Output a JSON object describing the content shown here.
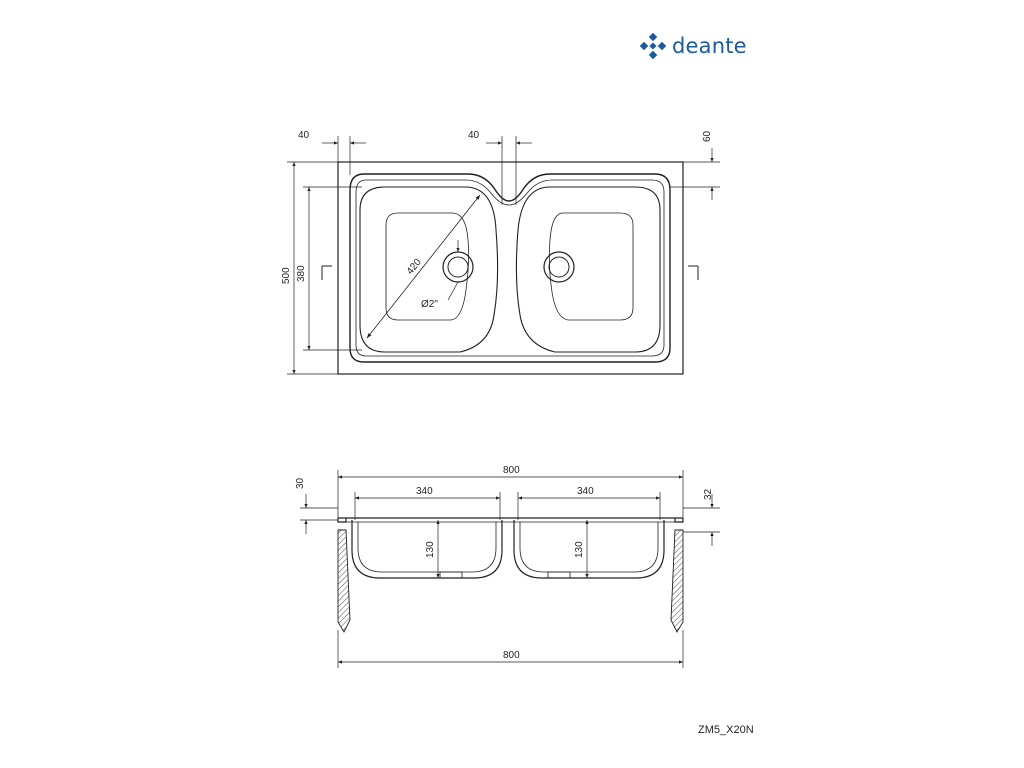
{
  "brand": {
    "name": "deante",
    "logo_icon": "deante-logo-icon",
    "color": "#1c5aa0"
  },
  "model_code": "ZM5_X20N",
  "top_view": {
    "dim_left_margin": "40",
    "dim_center_divider": "40",
    "dim_top_offset": "60",
    "dim_total_depth": "500",
    "dim_bowl_depth": "380",
    "dim_diagonal": "420",
    "drain_label": "Ø2\""
  },
  "section_view": {
    "dim_overall_width_top": "800",
    "dim_bowl_width_left": "340",
    "dim_bowl_width_right": "340",
    "dim_rim_height": "30",
    "dim_lip_height": "32",
    "dim_bowl_height_left": "130",
    "dim_bowl_height_right": "130",
    "dim_overall_width_bottom": "800"
  },
  "colors": {
    "line": "#231f20",
    "brand_blue": "#1c5aa0"
  }
}
